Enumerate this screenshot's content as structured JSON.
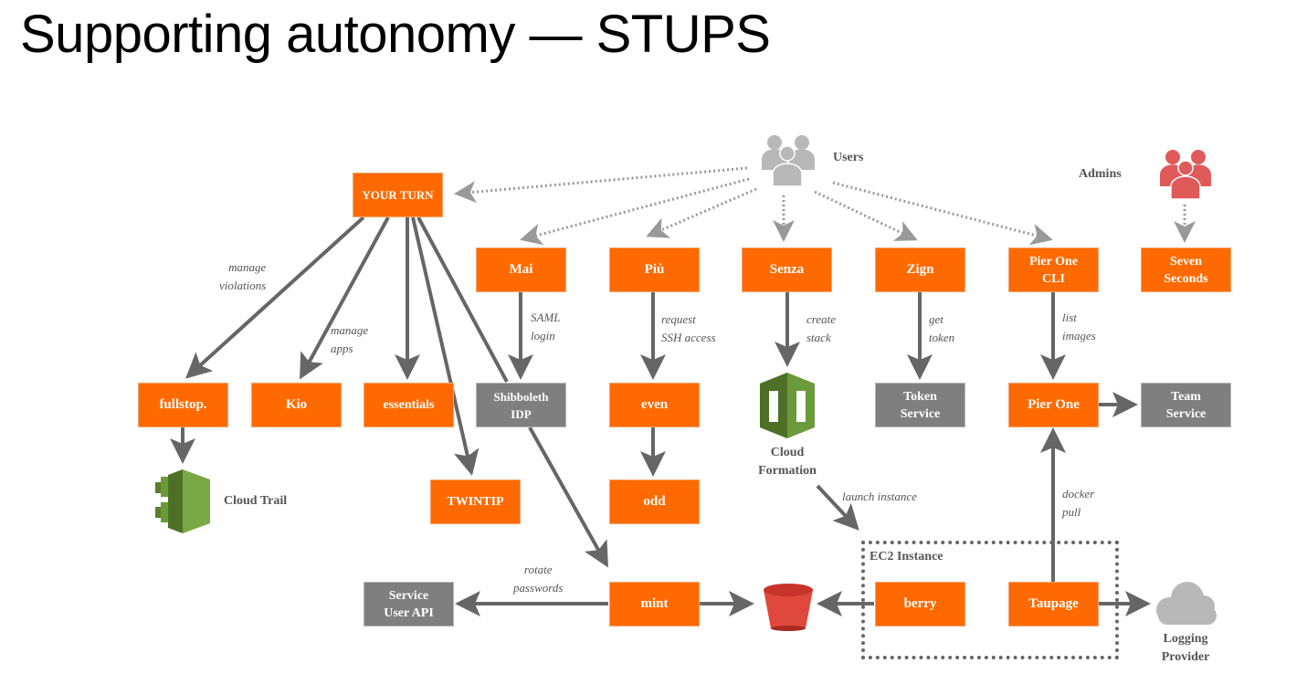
{
  "title": "Supporting autonomy — STUPS",
  "colors": {
    "component": "#ff6a00",
    "external": "#7f7f7f",
    "arrow": "#666666",
    "users_icon": "#b8b8b8",
    "admins_icon": "#e05a5a",
    "aws_green": "#6b9a3a",
    "bucket_red": "#e0483c",
    "cloud_gray": "#b8b8b8"
  },
  "actors": {
    "users": "Users",
    "admins": "Admins"
  },
  "nodes": {
    "your_turn": "YOUR TURN",
    "mai": "Mai",
    "piu": "Più",
    "senza": "Senza",
    "zign": "Zign",
    "pier_one_cli": "Pier One\nCLI",
    "seven_seconds": "Seven\nSeconds",
    "fullstop": "fullstop.",
    "kio": "Kio",
    "essentials": "essentials",
    "shibboleth": "Shibboleth\nIDP",
    "even": "even",
    "token_service": "Token\nService",
    "pier_one": "Pier One",
    "team_service": "Team\nService",
    "twintip": "TWINTIP",
    "odd": "odd",
    "service_user_api": "Service\nUser API",
    "mint": "mint",
    "berry": "berry",
    "taupage": "Taupage"
  },
  "icons": {
    "cloud_trail": "Cloud Trail",
    "cloud_formation": "Cloud\nFormation",
    "logging_provider": "Logging\nProvider",
    "s3_bucket": "",
    "ec2_instance": "EC2 Instance"
  },
  "edge_labels": {
    "manage_violations": "manage\nviolations",
    "manage_apps": "manage\napps",
    "saml_login": "SAML\nlogin",
    "request_ssh": "request\nSSH access",
    "create_stack": "create\nstack",
    "get_token": "get\ntoken",
    "list_images": "list\nimages",
    "launch_instance": "launch instance",
    "docker_pull": "docker\npull",
    "rotate_passwords": "rotate\npasswords"
  }
}
